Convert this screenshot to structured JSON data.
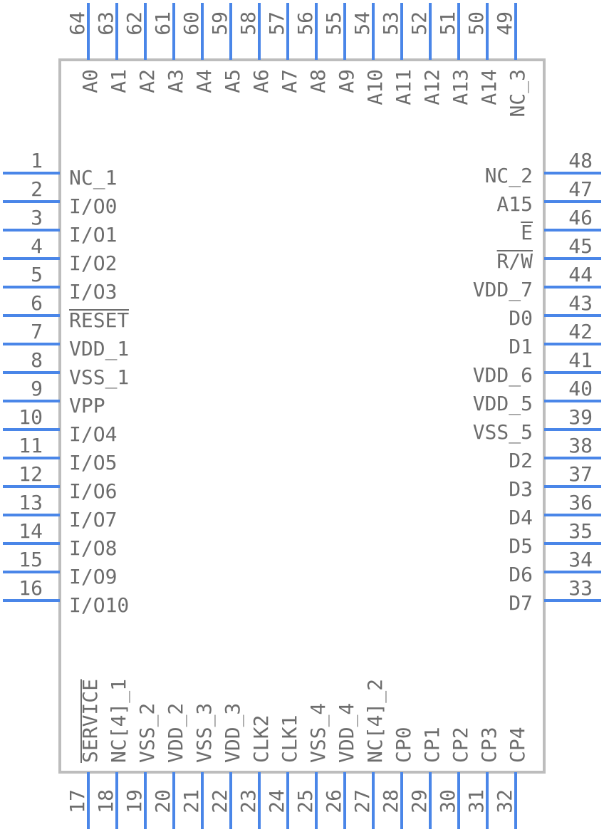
{
  "pins": {
    "left": [
      {
        "num": "1",
        "name": "NC_1"
      },
      {
        "num": "2",
        "name": "I/O0"
      },
      {
        "num": "3",
        "name": "I/O1"
      },
      {
        "num": "4",
        "name": "I/O2"
      },
      {
        "num": "5",
        "name": "I/O3"
      },
      {
        "num": "6",
        "name": "RESET",
        "overline": true
      },
      {
        "num": "7",
        "name": "VDD_1"
      },
      {
        "num": "8",
        "name": "VSS_1"
      },
      {
        "num": "9",
        "name": "VPP"
      },
      {
        "num": "10",
        "name": "I/O4"
      },
      {
        "num": "11",
        "name": "I/O5"
      },
      {
        "num": "12",
        "name": "I/O6"
      },
      {
        "num": "13",
        "name": "I/O7"
      },
      {
        "num": "14",
        "name": "I/O8"
      },
      {
        "num": "15",
        "name": "I/O9"
      },
      {
        "num": "16",
        "name": "I/O10"
      }
    ],
    "bottom": [
      {
        "num": "17",
        "name": "SERVICE",
        "overline": true
      },
      {
        "num": "18",
        "name": "NC[4]_1"
      },
      {
        "num": "19",
        "name": "VSS_2"
      },
      {
        "num": "20",
        "name": "VDD_2"
      },
      {
        "num": "21",
        "name": "VSS_3"
      },
      {
        "num": "22",
        "name": "VDD_3"
      },
      {
        "num": "23",
        "name": "CLK2"
      },
      {
        "num": "24",
        "name": "CLK1"
      },
      {
        "num": "25",
        "name": "VSS_4"
      },
      {
        "num": "26",
        "name": "VDD_4"
      },
      {
        "num": "27",
        "name": "NC[4]_2"
      },
      {
        "num": "28",
        "name": "CP0"
      },
      {
        "num": "29",
        "name": "CP1"
      },
      {
        "num": "30",
        "name": "CP2"
      },
      {
        "num": "31",
        "name": "CP3"
      },
      {
        "num": "32",
        "name": "CP4"
      }
    ],
    "right": [
      {
        "num": "33",
        "name": "D7"
      },
      {
        "num": "34",
        "name": "D6"
      },
      {
        "num": "35",
        "name": "D5"
      },
      {
        "num": "36",
        "name": "D4"
      },
      {
        "num": "37",
        "name": "D3"
      },
      {
        "num": "38",
        "name": "D2"
      },
      {
        "num": "39",
        "name": "VSS_5"
      },
      {
        "num": "40",
        "name": "VDD_5"
      },
      {
        "num": "41",
        "name": "VDD_6"
      },
      {
        "num": "42",
        "name": "D1"
      },
      {
        "num": "43",
        "name": "D0"
      },
      {
        "num": "44",
        "name": "VDD_7"
      },
      {
        "num": "45",
        "name": "R/W",
        "overline": true
      },
      {
        "num": "46",
        "name": "E",
        "overline": true
      },
      {
        "num": "47",
        "name": "A15"
      },
      {
        "num": "48",
        "name": "NC_2"
      }
    ],
    "top": [
      {
        "num": "49",
        "name": "NC_3"
      },
      {
        "num": "50",
        "name": "A14"
      },
      {
        "num": "51",
        "name": "A13"
      },
      {
        "num": "52",
        "name": "A12"
      },
      {
        "num": "53",
        "name": "A11"
      },
      {
        "num": "54",
        "name": "A10"
      },
      {
        "num": "55",
        "name": "A9"
      },
      {
        "num": "56",
        "name": "A8"
      },
      {
        "num": "57",
        "name": "A7"
      },
      {
        "num": "58",
        "name": "A6"
      },
      {
        "num": "59",
        "name": "A5"
      },
      {
        "num": "60",
        "name": "A4"
      },
      {
        "num": "61",
        "name": "A3"
      },
      {
        "num": "62",
        "name": "A2"
      },
      {
        "num": "63",
        "name": "A1"
      },
      {
        "num": "64",
        "name": "A0"
      }
    ]
  }
}
